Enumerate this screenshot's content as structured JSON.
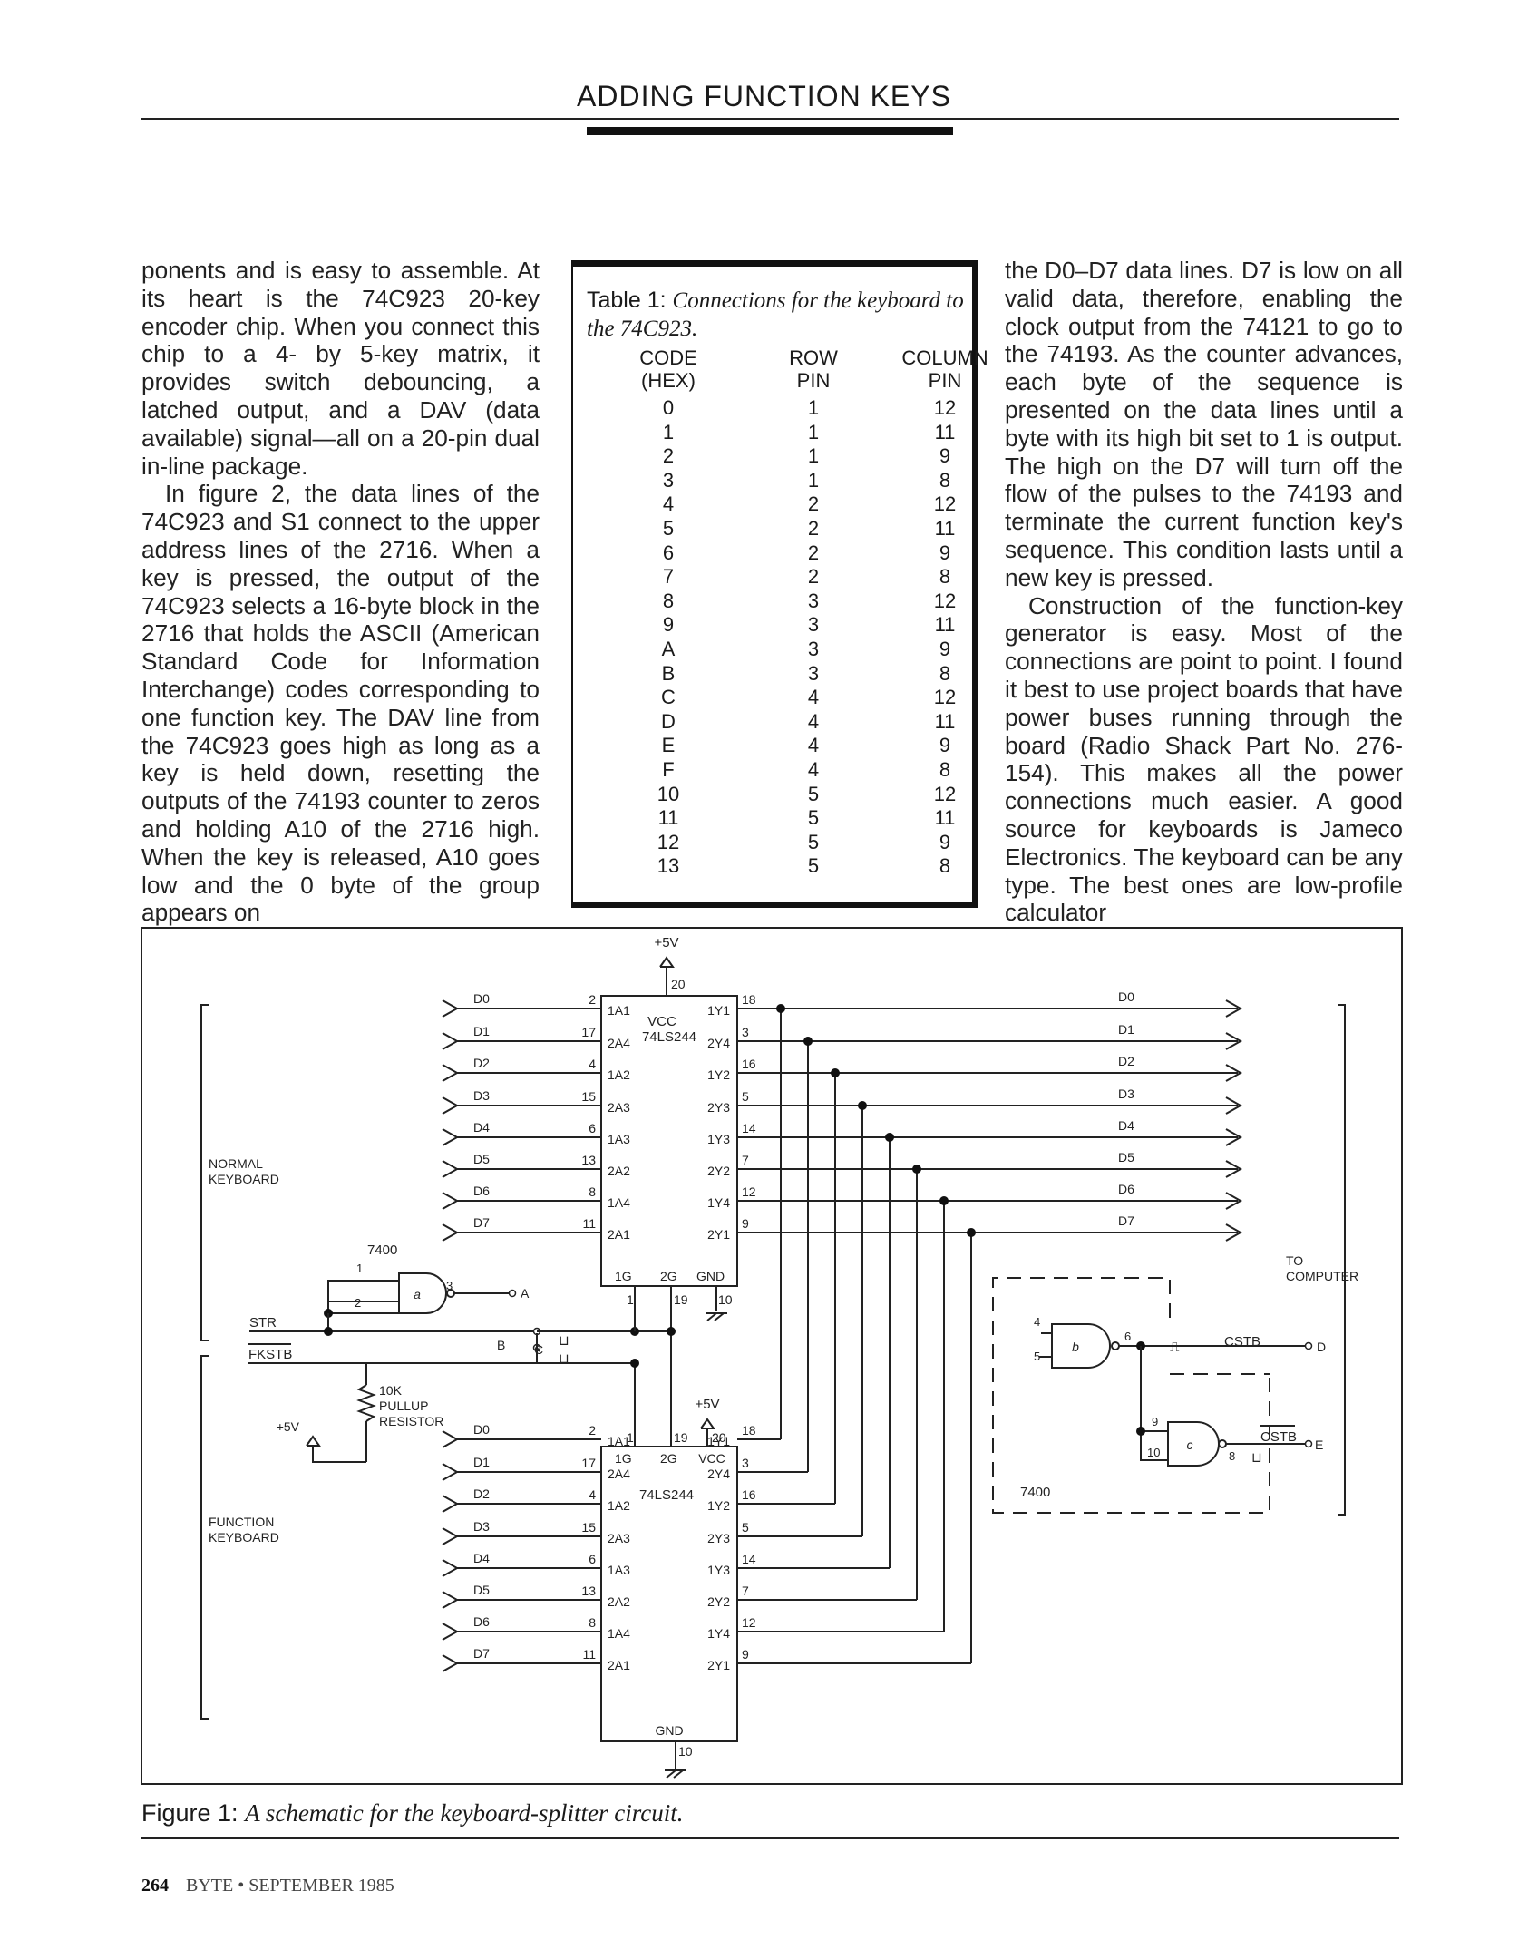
{
  "header": {
    "title": "ADDING FUNCTION KEYS"
  },
  "column1": [
    "ponents and is easy to assemble. At its heart is the 74C923 20-key encoder chip. When you connect this chip to a 4- by 5-key matrix, it provides switch debouncing, a latched output, and a DAV (data available) signal—all on a 20-pin dual in-line package.",
    "In figure 2, the data lines of the 74C923 and S1 connect to the upper address lines of the 2716. When a key is pressed, the output of the 74C923 selects a 16-byte block in the 2716 that holds the ASCII (American Standard Code for Information Interchange) codes corresponding to one function key. The DAV line from the 74C923 goes high as long as a key is held down, resetting the outputs of the 74193 counter to zeros and holding A10 of the 2716 high. When the key is released, A10 goes low and the 0 byte of the group appears on"
  ],
  "column3": [
    "the D0–D7 data lines. D7 is low on all valid data, therefore, enabling the clock output from the 74121 to go to the 74193. As the counter advances, each byte of the sequence is presented on the data lines until a byte with its high bit set to 1 is output. The high on the D7 will turn off the flow of the pulses to the 74193 and terminate the current function key's sequence. This condition lasts until a new key is pressed.",
    "Construction of the function-key generator is easy. Most of the connections are point to point. I found it best to use project boards that have power buses running through the board (Radio Shack Part No. 276-154). This makes all the power connections much easier. A good source for keyboards is Jameco Electronics. The keyboard can be any type. The best ones are low-profile calculator"
  ],
  "table": {
    "label": "Table 1:",
    "caption": "Connections for the keyboard to the 74C923.",
    "headers": [
      "CODE\n(HEX)",
      "ROW\nPIN",
      "COLUMN\nPIN"
    ],
    "rows": [
      [
        "0",
        "1",
        "12"
      ],
      [
        "1",
        "1",
        "11"
      ],
      [
        "2",
        "1",
        "9"
      ],
      [
        "3",
        "1",
        "8"
      ],
      [
        "4",
        "2",
        "12"
      ],
      [
        "5",
        "2",
        "11"
      ],
      [
        "6",
        "2",
        "9"
      ],
      [
        "7",
        "2",
        "8"
      ],
      [
        "8",
        "3",
        "12"
      ],
      [
        "9",
        "3",
        "11"
      ],
      [
        "A",
        "3",
        "9"
      ],
      [
        "B",
        "3",
        "8"
      ],
      [
        "C",
        "4",
        "12"
      ],
      [
        "D",
        "4",
        "11"
      ],
      [
        "E",
        "4",
        "9"
      ],
      [
        "F",
        "4",
        "8"
      ],
      [
        "10",
        "5",
        "12"
      ],
      [
        "11",
        "5",
        "11"
      ],
      [
        "12",
        "5",
        "9"
      ],
      [
        "13",
        "5",
        "8"
      ]
    ]
  },
  "figure": {
    "caption_label": "Figure 1:",
    "caption": "A schematic for the keyboard-splitter circuit.",
    "power_label": "+5V",
    "gnd_pin": "10",
    "chip_name": "74LS244",
    "gate_chip": "7400",
    "normal_keyboard": "NORMAL\nKEYBOARD",
    "function_keyboard": "FUNCTION\nKEYBOARD",
    "to_computer": "TO\nCOMPUTER",
    "pullup": "10K\nPULLUP\nRESISTOR",
    "data_lines": [
      "D0",
      "D1",
      "D2",
      "D3",
      "D4",
      "D5",
      "D6",
      "D7"
    ],
    "left_pins": [
      "1A1",
      "2A4",
      "1A2",
      "2A3",
      "1A3",
      "2A2",
      "1A4",
      "2A1"
    ],
    "left_pin_nums": [
      "2",
      "17",
      "4",
      "15",
      "6",
      "13",
      "8",
      "11"
    ],
    "right_pins": [
      "1Y1",
      "2Y4",
      "1Y2",
      "2Y3",
      "1Y3",
      "2Y2",
      "1Y4",
      "2Y1"
    ],
    "right_pin_nums": [
      "18",
      "3",
      "16",
      "5",
      "14",
      "7",
      "12",
      "9"
    ],
    "vcc": "VCC",
    "g1": "1G",
    "g2": "2G",
    "gnd": "GND",
    "pin20": "20",
    "pin1": "1",
    "pin19": "19",
    "str": "STR",
    "fkstb": "FKSTB",
    "cstb": "CSTB",
    "cstb_bar": "CSTB",
    "gates": [
      "a",
      "b",
      "c"
    ],
    "nodes": [
      "A",
      "B",
      "C",
      "D",
      "E"
    ],
    "gate_pins": {
      "a_in1": "1",
      "a_in2": "2",
      "a_out": "3",
      "b_in1": "4",
      "b_in2": "5",
      "b_out": "6",
      "c_in1": "9",
      "c_in2": "10",
      "c_out": "8"
    }
  },
  "footer": {
    "page": "264",
    "magazine": "BYTE • SEPTEMBER 1985"
  }
}
